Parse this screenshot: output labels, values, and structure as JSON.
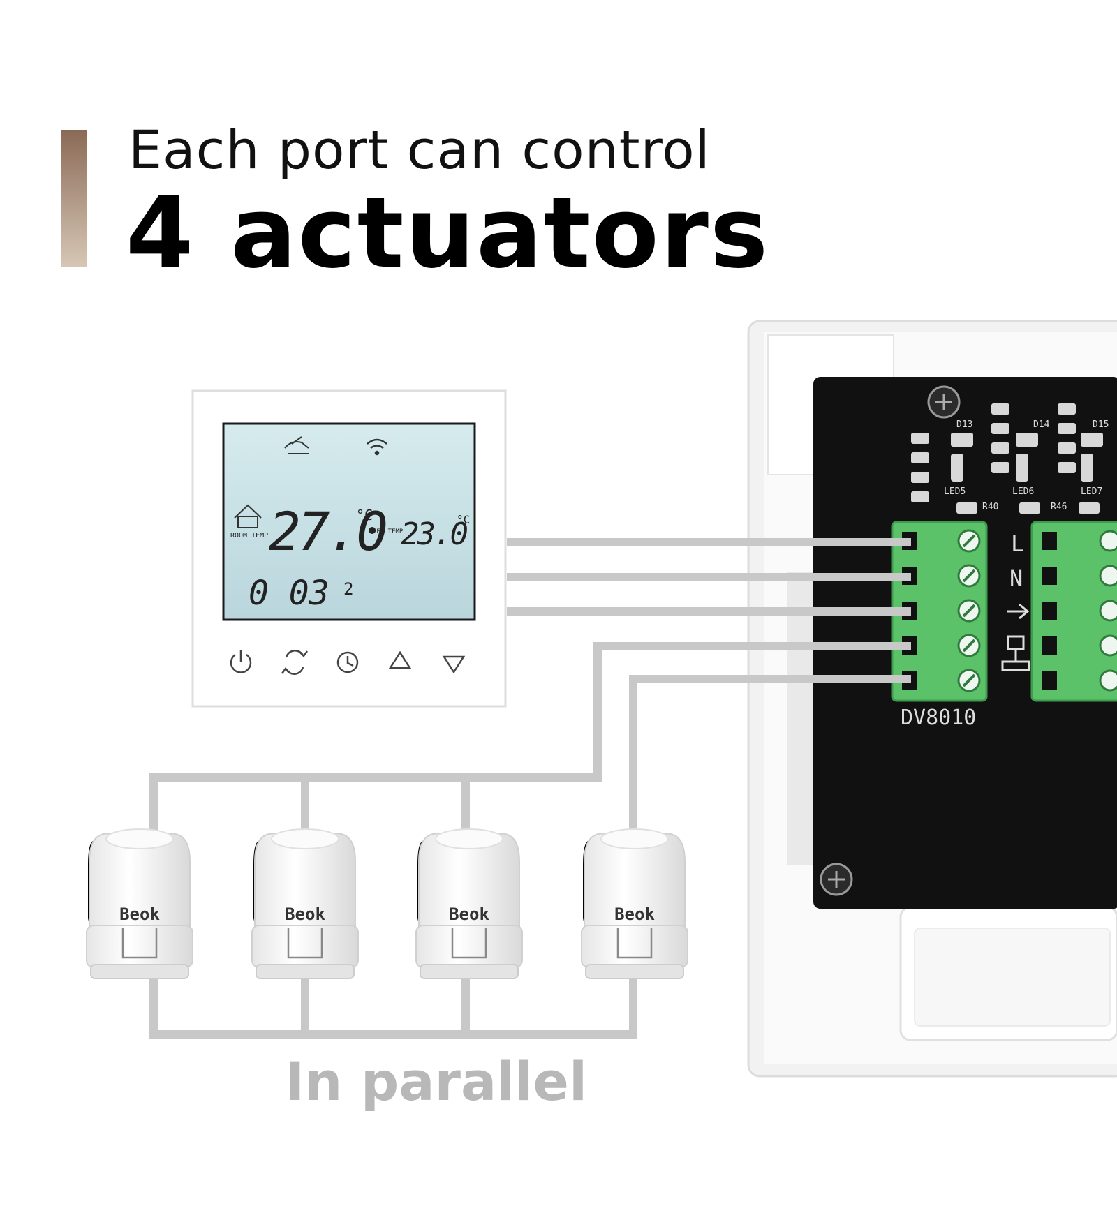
{
  "heading": {
    "line1": "Each port can control",
    "line2": "4 actuators"
  },
  "caption": "In parallel",
  "thermostat": {
    "room_temp_label": "ROOM TEMP",
    "room_temp": "27.0",
    "unit": "°C",
    "set_temp_label": "SET TEMP",
    "set_temp": "23.0",
    "clock": "0 03",
    "day": "2",
    "buttons": [
      "power-icon",
      "mode-icon",
      "clock-icon",
      "up-arrow-icon",
      "down-arrow-icon"
    ]
  },
  "board": {
    "model": "DV8010",
    "terminal_labels": [
      "L",
      "N"
    ],
    "components": [
      "D13",
      "D14",
      "D15",
      "LED5",
      "LED6",
      "LED7",
      "R40",
      "R46"
    ]
  },
  "actuators": {
    "brand": "Beok",
    "count": 4
  },
  "colors": {
    "accent_top": "#8a6a56",
    "accent_bottom": "#d7c7b6",
    "wire": "#c8c8c8",
    "terminal_green": "#5bc26a",
    "pcb": "#111111",
    "lcd": "#c9e1e6"
  }
}
